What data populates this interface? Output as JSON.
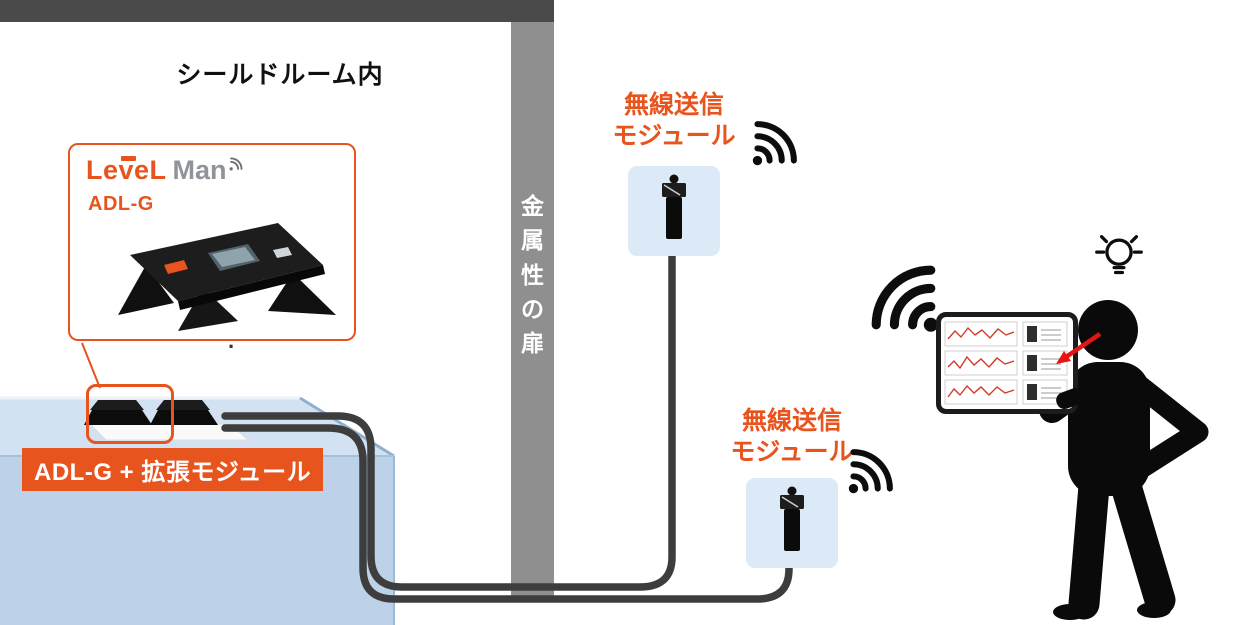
{
  "room": {
    "label": "シールドルーム内"
  },
  "door": {
    "chars": [
      "金",
      "属",
      "性",
      "の",
      "扉"
    ]
  },
  "device_card": {
    "logo_level": "LeveL",
    "logo_man": "Man",
    "model": "ADL-G"
  },
  "table": {
    "caption": "ADL-G + 拡張モジュール"
  },
  "decoration": {
    "dot": "."
  },
  "wireless_modules": [
    {
      "label_line1": "無線送信",
      "label_line2": "モジュール"
    },
    {
      "label_line1": "無線送信",
      "label_line2": "モジュール"
    }
  ],
  "icons": {
    "wifi_signal": "quarter-arc-waves",
    "lightbulb": "outline-bulb-with-rays",
    "logo_waves": "small-signal-arcs"
  },
  "colors": {
    "accent_orange": "#E8541D",
    "wall_bar_dark": "#4A4A4A",
    "door_gray": "#8F8F8F",
    "table_top_blue": "#D3E2F2",
    "table_front_blue": "#BDD2E8",
    "module_box_blue": "#DCE9F6",
    "cable_gray": "#3D3D3D",
    "arrow_red": "#E31515",
    "chart_line_red": "#D23A2A"
  }
}
